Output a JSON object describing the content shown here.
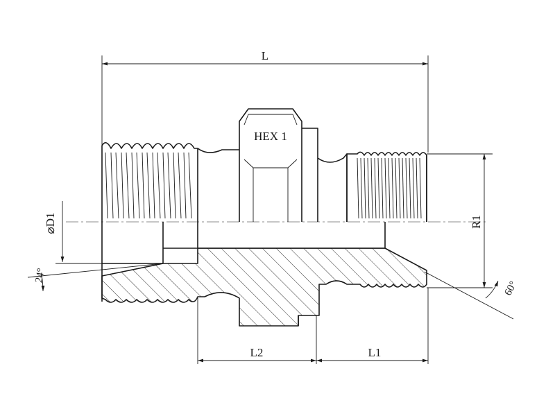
{
  "drawing": {
    "labels": {
      "overall_length": "L",
      "hex": "HEX 1",
      "bore_diameter": "⌀D1",
      "thread_right": "R1",
      "cone_angle": "24°",
      "thread_angle": "60°",
      "length_hex_zone": "L2",
      "length_thread_right": "L1"
    },
    "colors": {
      "line": "#1a1a1a",
      "background": "#ffffff"
    }
  }
}
